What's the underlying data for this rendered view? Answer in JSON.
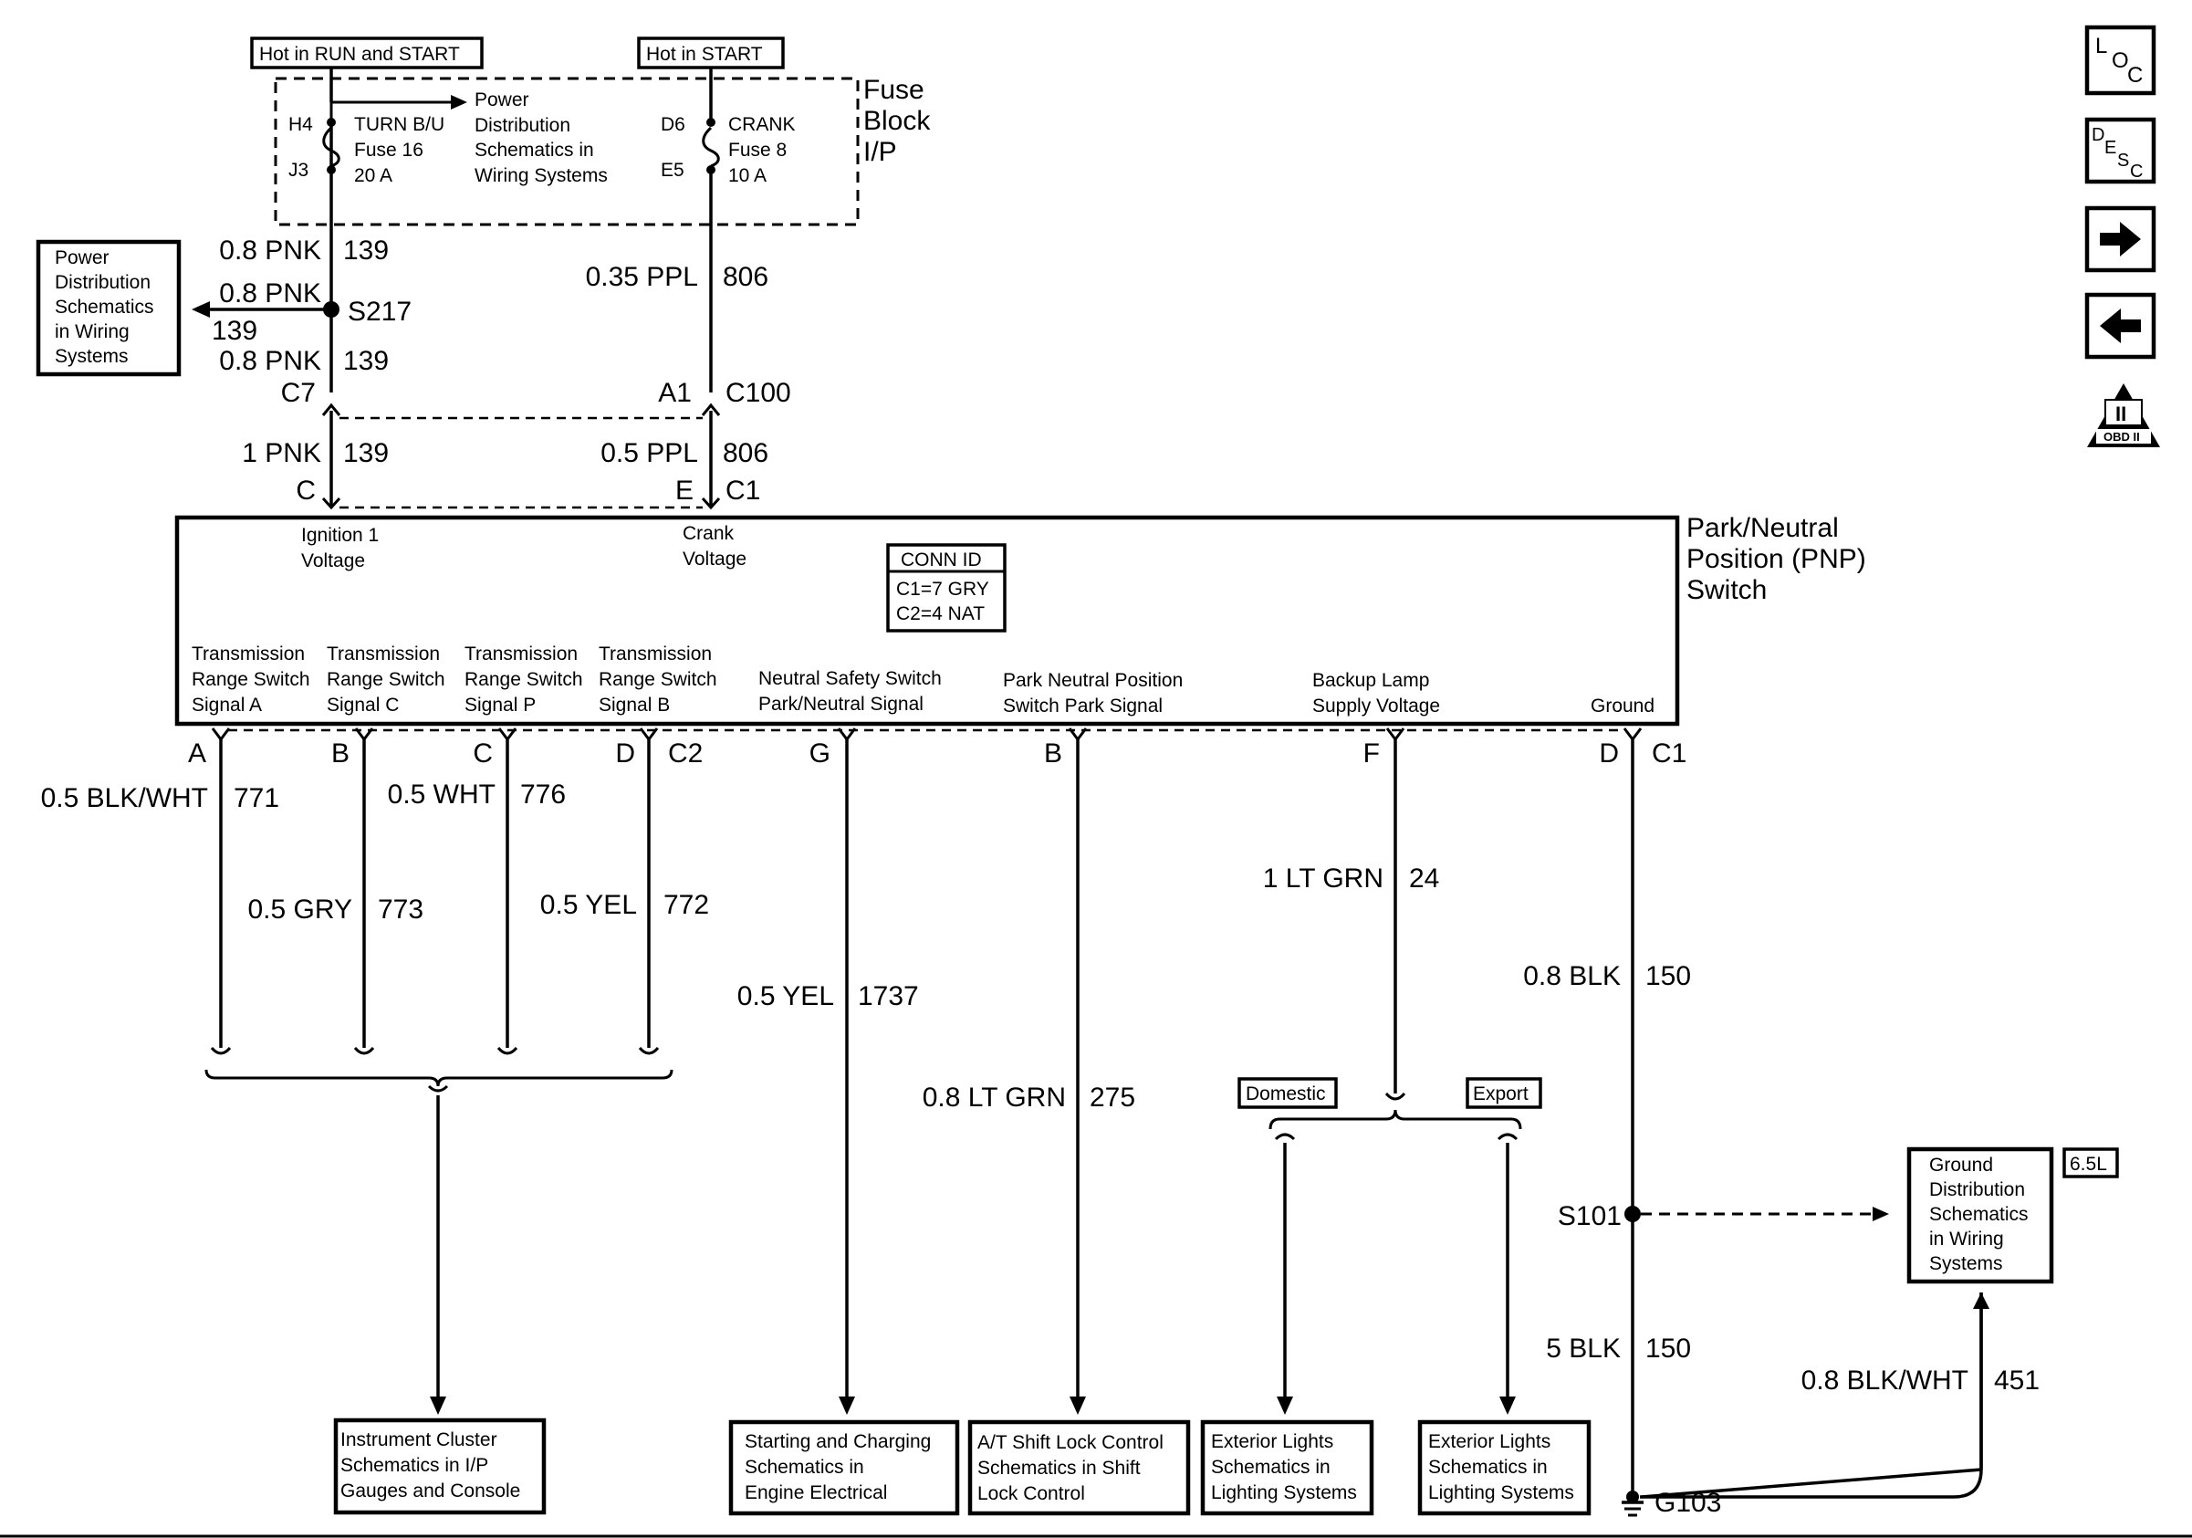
{
  "fuse_block": {
    "title_lines": [
      "Fuse",
      "Block",
      "I/P"
    ],
    "hot_run_start": "Hot in RUN and START",
    "hot_start": "Hot in START",
    "fuse16": {
      "pin_top": "H4",
      "pin_bottom": "J3",
      "lines": [
        "TURN B/U",
        "Fuse 16",
        "20 A"
      ]
    },
    "fuse8": {
      "pin_top": "D6",
      "pin_bottom": "E5",
      "lines": [
        "CRANK",
        "Fuse 8",
        "10 A"
      ]
    },
    "power_ref_lines": [
      "Power",
      "Distribution",
      "Schematics in",
      "Wiring Systems"
    ]
  },
  "power_dist_box": {
    "lines": [
      "Power",
      "Distribution",
      "Schematics",
      "in Wiring",
      "Systems"
    ]
  },
  "splice_s217": {
    "name": "S217",
    "wire_top": {
      "gauge": "0.8 PNK",
      "circuit": "139"
    },
    "wire_left": {
      "gauge": "0.8 PNK",
      "circuit": "139"
    },
    "wire_bottom": {
      "gauge": "0.8 PNK",
      "circuit": "139"
    }
  },
  "wire_806_upper": {
    "gauge": "0.35 PPL",
    "circuit": "806"
  },
  "connector_c7": {
    "pin": "C7"
  },
  "connector_c100": {
    "pin": "A1",
    "name": "C100"
  },
  "wire_139_lower": {
    "gauge": "1 PNK",
    "circuit": "139",
    "pin": "C"
  },
  "wire_806_lower": {
    "gauge": "0.5 PPL",
    "circuit": "806",
    "pin": "E",
    "conn": "C1"
  },
  "pnp_switch": {
    "title_lines": [
      "Park/Neutral",
      "Position (PNP)",
      "Switch"
    ],
    "ign_lines": [
      "Ignition 1",
      "Voltage"
    ],
    "crank_lines": [
      "Crank",
      "Voltage"
    ],
    "conn_id": {
      "title": "CONN ID",
      "c1": "C1=7 GRY",
      "c2": "C2=4 NAT"
    },
    "signals": [
      {
        "lines": [
          "Transmission",
          "Range Switch",
          "Signal A"
        ]
      },
      {
        "lines": [
          "Transmission",
          "Range Switch",
          "Signal C"
        ]
      },
      {
        "lines": [
          "Transmission",
          "Range Switch",
          "Signal P"
        ]
      },
      {
        "lines": [
          "Transmission",
          "Range Switch",
          "Signal B"
        ]
      },
      {
        "lines": [
          "Neutral Safety Switch",
          "Park/Neutral Signal"
        ]
      },
      {
        "lines": [
          "Park Neutral Position",
          "Switch Park Signal"
        ]
      },
      {
        "lines": [
          "Backup Lamp",
          "Supply Voltage"
        ]
      },
      {
        "lines": [
          "Ground"
        ]
      }
    ]
  },
  "bottom_pins": {
    "a": "A",
    "b": "B",
    "c": "C",
    "d": "D",
    "c2": "C2",
    "g": "G",
    "b2": "B",
    "f": "F",
    "d2": "D",
    "c1": "C1"
  },
  "wires": {
    "w771": {
      "gauge": "0.5 BLK/WHT",
      "circuit": "771"
    },
    "w773": {
      "gauge": "0.5 GRY",
      "circuit": "773"
    },
    "w776": {
      "gauge": "0.5 WHT",
      "circuit": "776"
    },
    "w772": {
      "gauge": "0.5 YEL",
      "circuit": "772"
    },
    "w1737": {
      "gauge": "0.5 YEL",
      "circuit": "1737"
    },
    "w275": {
      "gauge": "0.8 LT GRN",
      "circuit": "275"
    },
    "w24": {
      "gauge": "1 LT GRN",
      "circuit": "24"
    },
    "w150a": {
      "gauge": "0.8 BLK",
      "circuit": "150"
    },
    "w150b": {
      "gauge": "5 BLK",
      "circuit": "150"
    },
    "w451": {
      "gauge": "0.8 BLK/WHT",
      "circuit": "451"
    }
  },
  "domestic": "Domestic",
  "export": "Export",
  "splice_s101": "S101",
  "ground_g103": "G103",
  "ground_dist_box": {
    "lines": [
      "Ground",
      "Distribution",
      "Schematics",
      "in Wiring",
      "Systems"
    ],
    "tag": "6.5L"
  },
  "dest_boxes": [
    {
      "lines": [
        "Instrument Cluster",
        "Schematics in I/P",
        "Gauges and Console"
      ]
    },
    {
      "lines": [
        "Starting and Charging",
        "Schematics in",
        "Engine Electrical"
      ]
    },
    {
      "lines": [
        "A/T Shift Lock Control",
        "Schematics in Shift",
        "Lock Control"
      ]
    },
    {
      "lines": [
        "Exterior Lights",
        "Schematics in",
        "Lighting Systems"
      ]
    },
    {
      "lines": [
        "Exterior Lights",
        "Schematics in",
        "Lighting Systems"
      ]
    }
  ],
  "nav": {
    "loc": {
      "a": "L",
      "b": "O",
      "c": "C"
    },
    "desc": {
      "a": "D",
      "b": "E",
      "c": "S",
      "d": "C"
    },
    "obd_top": "II",
    "obd_bottom": "OBD II"
  }
}
